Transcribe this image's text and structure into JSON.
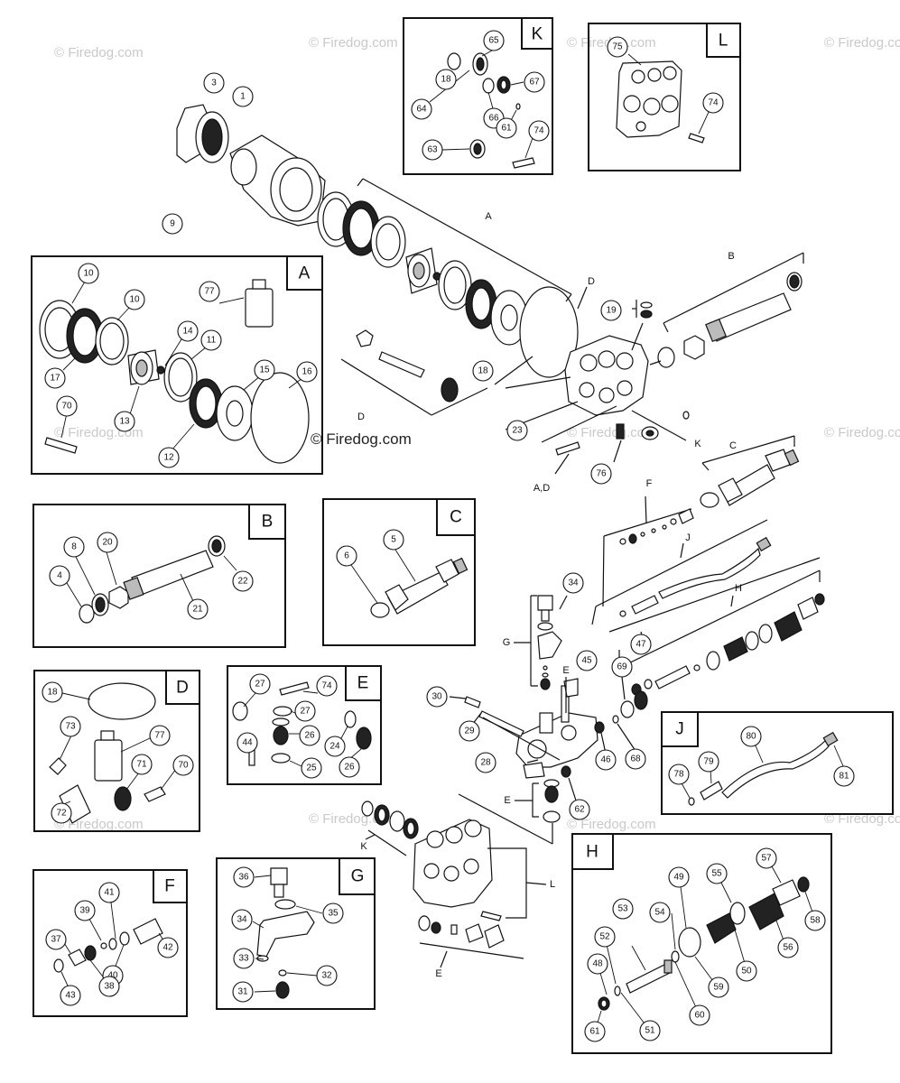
{
  "watermark": "© Firedog.com",
  "center_watermark": "© Firedog.com",
  "boxes": {
    "A": {
      "title": "A",
      "parts": [
        "10",
        "10",
        "17",
        "77",
        "14",
        "11",
        "13",
        "15",
        "16",
        "70",
        "12"
      ]
    },
    "B": {
      "title": "B",
      "parts": [
        "8",
        "20",
        "4",
        "22",
        "21"
      ]
    },
    "C": {
      "title": "C",
      "parts": [
        "6",
        "5"
      ]
    },
    "D": {
      "title": "D",
      "parts": [
        "18",
        "73",
        "77",
        "71",
        "70",
        "72"
      ]
    },
    "E": {
      "title": "E",
      "parts": [
        "27",
        "74",
        "27",
        "26",
        "24",
        "44",
        "26",
        "25"
      ]
    },
    "F": {
      "title": "F",
      "parts": [
        "41",
        "39",
        "42",
        "37",
        "40",
        "38",
        "43"
      ]
    },
    "G": {
      "title": "G",
      "parts": [
        "36",
        "35",
        "34",
        "33",
        "32",
        "31"
      ]
    },
    "H": {
      "title": "H",
      "parts": [
        "57",
        "49",
        "55",
        "53",
        "54",
        "58",
        "52",
        "50",
        "56",
        "48",
        "59",
        "60",
        "61",
        "51"
      ]
    },
    "J": {
      "title": "J",
      "parts": [
        "80",
        "79",
        "78",
        "81"
      ]
    },
    "K": {
      "title": "K",
      "parts": [
        "65",
        "18",
        "67",
        "64",
        "66",
        "61",
        "74",
        "63"
      ]
    },
    "L": {
      "title": "L",
      "parts": [
        "75",
        "74"
      ]
    }
  },
  "main_callouts": [
    "3",
    "1",
    "9",
    "A",
    "D",
    "B",
    "19",
    "18",
    "23",
    "K",
    "A,D",
    "76",
    "C",
    "F",
    "J",
    "34",
    "H",
    "G",
    "45",
    "47",
    "69",
    "E",
    "30",
    "29",
    "46",
    "68",
    "28",
    "62",
    "E",
    "K",
    "L",
    "E"
  ]
}
